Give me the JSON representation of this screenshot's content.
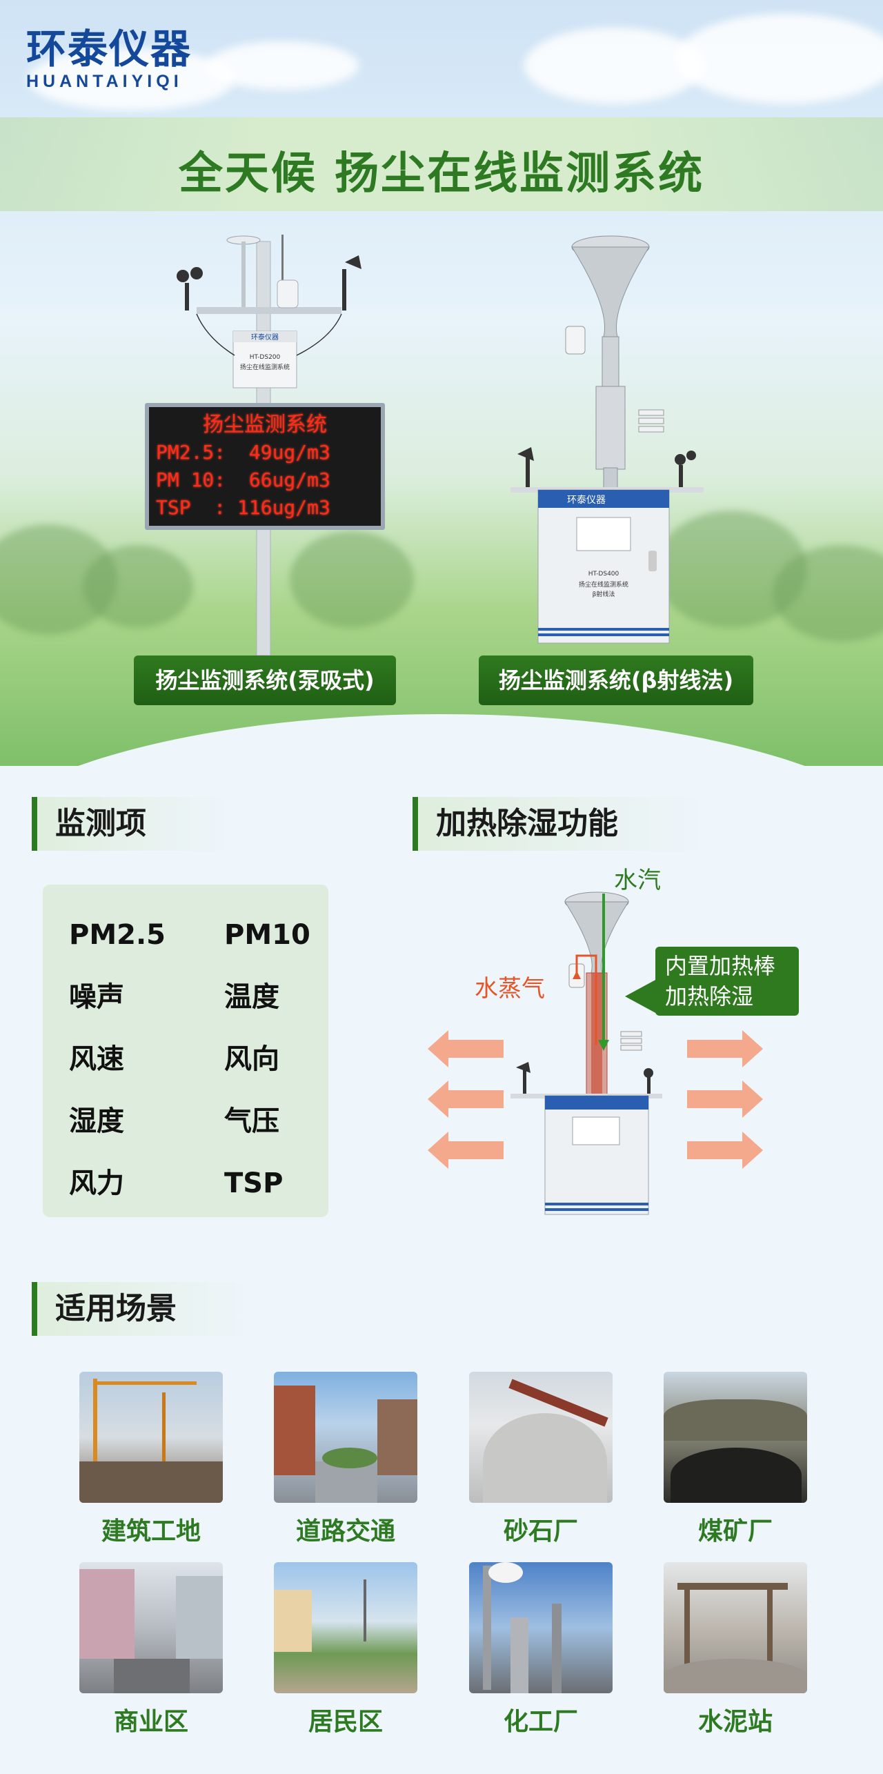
{
  "logo": {
    "cn": "环泰仪器",
    "en": "HUANTAIYIQI"
  },
  "banner_title": "全天候 扬尘在线监测系统",
  "products": [
    {
      "caption": "扬尘监测系统(泵吸式)"
    },
    {
      "caption": "扬尘监测系统(β射线法)"
    }
  ],
  "led_board": {
    "title": "扬尘监测系统",
    "lines": [
      "PM2.5:  49ug/m3",
      "PM 10:  66ug/m3",
      "TSP  : 116ug/m3"
    ]
  },
  "box_label": {
    "brand": "环泰仪器",
    "model": "HT-DS200",
    "name": "扬尘在线监测系统"
  },
  "beta_box_label": {
    "brand": "环泰仪器",
    "model": "HT-DS400",
    "name": "扬尘在线监测系统",
    "method": "β射线法"
  },
  "sections": {
    "monitoring": "监测项",
    "heating": "加热除湿功能",
    "scenes": "适用场景"
  },
  "monitoring_items": [
    "PM2.5",
    "PM10",
    "噪声",
    "温度",
    "风速",
    "风向",
    "湿度",
    "气压",
    "风力",
    "TSP"
  ],
  "heating": {
    "water_label": "水汽",
    "vapor_label": "水蒸气",
    "callout_line1": "内置加热棒",
    "callout_line2": "加热除湿"
  },
  "scenes": [
    "建筑工地",
    "道路交通",
    "砂石厂",
    "煤矿厂",
    "商业区",
    "居民区",
    "化工厂",
    "水泥站"
  ],
  "colors": {
    "brand_blue": "#14489a",
    "accent_green": "#2d7a22",
    "vapor_orange": "#e4552a"
  }
}
